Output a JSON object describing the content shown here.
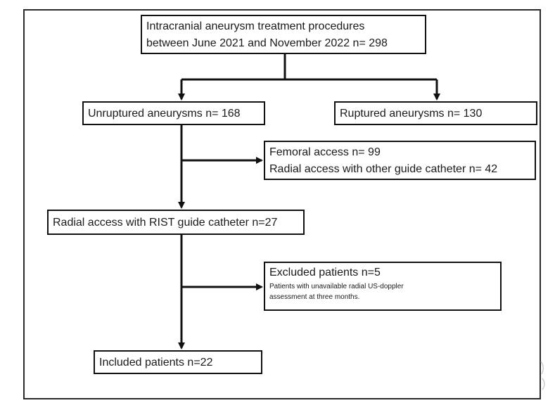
{
  "flowchart": {
    "total": {
      "line1": "Intracranial aneurysm treatment procedures",
      "line2": "between June 2021 and November 2022 n= 298"
    },
    "unruptured": "Unruptured aneurysms n= 168",
    "ruptured": "Ruptured aneurysms n= 130",
    "excluded_access": {
      "line1": "Femoral access n= 99",
      "line2": "Radial access with other guide catheter n= 42"
    },
    "rist": "Radial access with RIST guide catheter n=27",
    "excluded_patients": {
      "title": "Excluded patients n=5",
      "note_line1": "Patients with unavailable radial US-doppler",
      "note_line2": "assessment at three months."
    },
    "included": "Included patients n=22"
  },
  "colors": {
    "border": "#111111",
    "line": "#111111",
    "frame": "#2a2a2a",
    "background": "#ffffff"
  }
}
